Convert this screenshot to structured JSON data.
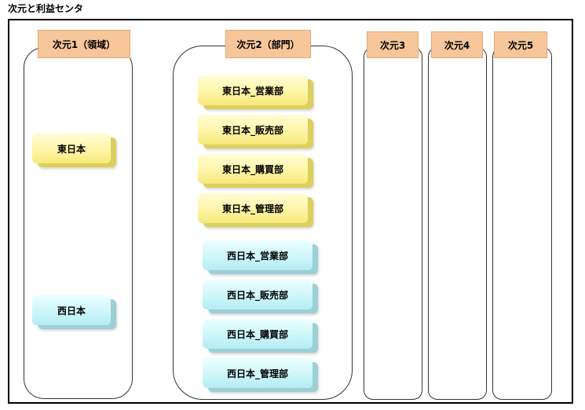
{
  "title": "次元と利益センタ",
  "dimensions": [
    {
      "label": "次元1（領域）",
      "items": [
        {
          "label": "東日本",
          "color": "yellow"
        },
        {
          "label": "西日本",
          "color": "cyan"
        }
      ]
    },
    {
      "label": "次元2（部門）",
      "items": [
        {
          "label": "東日本_営業部",
          "color": "yellow"
        },
        {
          "label": "東日本_販売部",
          "color": "yellow"
        },
        {
          "label": "東日本_購買部",
          "color": "yellow"
        },
        {
          "label": "東日本_管理部",
          "color": "yellow"
        },
        {
          "label": "西日本_営業部",
          "color": "cyan"
        },
        {
          "label": "西日本_販売部",
          "color": "cyan"
        },
        {
          "label": "西日本_購買部",
          "color": "cyan"
        },
        {
          "label": "西日本_管理部",
          "color": "cyan"
        }
      ]
    },
    {
      "label": "次元3",
      "items": []
    },
    {
      "label": "次元4",
      "items": []
    },
    {
      "label": "次元5",
      "items": []
    }
  ],
  "colors": {
    "yellow": "#fff6a8",
    "cyan": "#cdf7fb",
    "header": "#f7c79b"
  }
}
